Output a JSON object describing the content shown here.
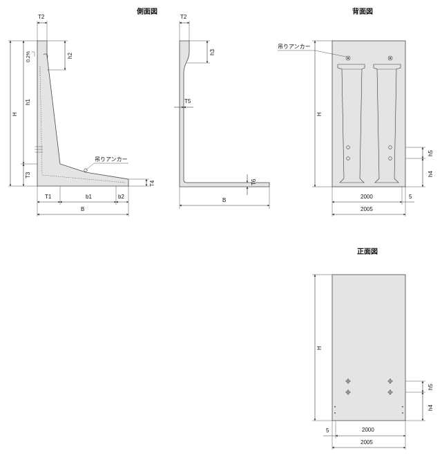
{
  "titles": {
    "side": "側面図",
    "back": "背面図",
    "front": "正面図"
  },
  "side_view": {
    "labels": {
      "T2": "T2",
      "H": "H",
      "h1": "h1",
      "h2": "h2",
      "T3": "T3",
      "T4": "T4",
      "T1": "T1",
      "b1": "b1",
      "b2": "b2",
      "B": "B",
      "slope": "0.2%",
      "anchor": "吊りアンカー"
    }
  },
  "section_view": {
    "labels": {
      "T2": "T2",
      "h3": "h3",
      "T5": "T5",
      "T6": "T6",
      "B": "B"
    }
  },
  "back_view": {
    "labels": {
      "anchor": "吊りアンカー",
      "H": "H",
      "h4": "h4",
      "h5": "h5",
      "w_2000": "2000",
      "w_5": "5",
      "w_2005": "2005"
    }
  },
  "front_view": {
    "labels": {
      "H": "H",
      "h4": "h4",
      "h5": "h5",
      "w_5": "5",
      "w_2000": "2000",
      "w_2005": "2005"
    }
  },
  "colors": {
    "fill": "#e4e4e4",
    "stroke": "#444444"
  }
}
